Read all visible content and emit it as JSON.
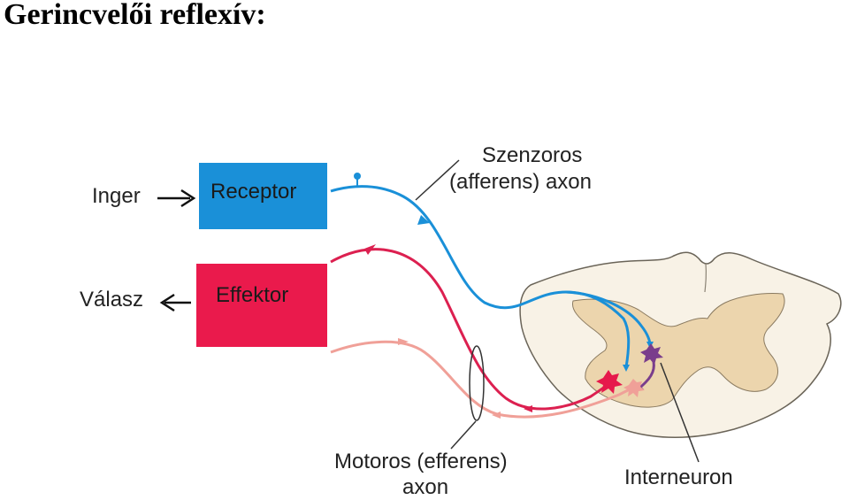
{
  "title": "Gerincvelői reflexív:",
  "labels": {
    "inger": "Inger",
    "valasz": "Válasz",
    "receptor": "Receptor",
    "effektor": "Effektor",
    "sensory_line1": "Szenzoros",
    "sensory_line2": "(afferens) axon",
    "motor_line1": "Motoros (efferens)",
    "motor_line2": "axon",
    "interneuron": "Interneuron"
  },
  "colors": {
    "receptor": "#1a90d8",
    "effektor": "#ea1a4c",
    "sensory_axon": "#1a90d8",
    "motor_axon": "#dc2050",
    "motor_axon_2": "#f0a098",
    "interneuron": "#7a3d8c",
    "cord": "#f8f2e6",
    "gray_matter": "#ecd5ad"
  }
}
